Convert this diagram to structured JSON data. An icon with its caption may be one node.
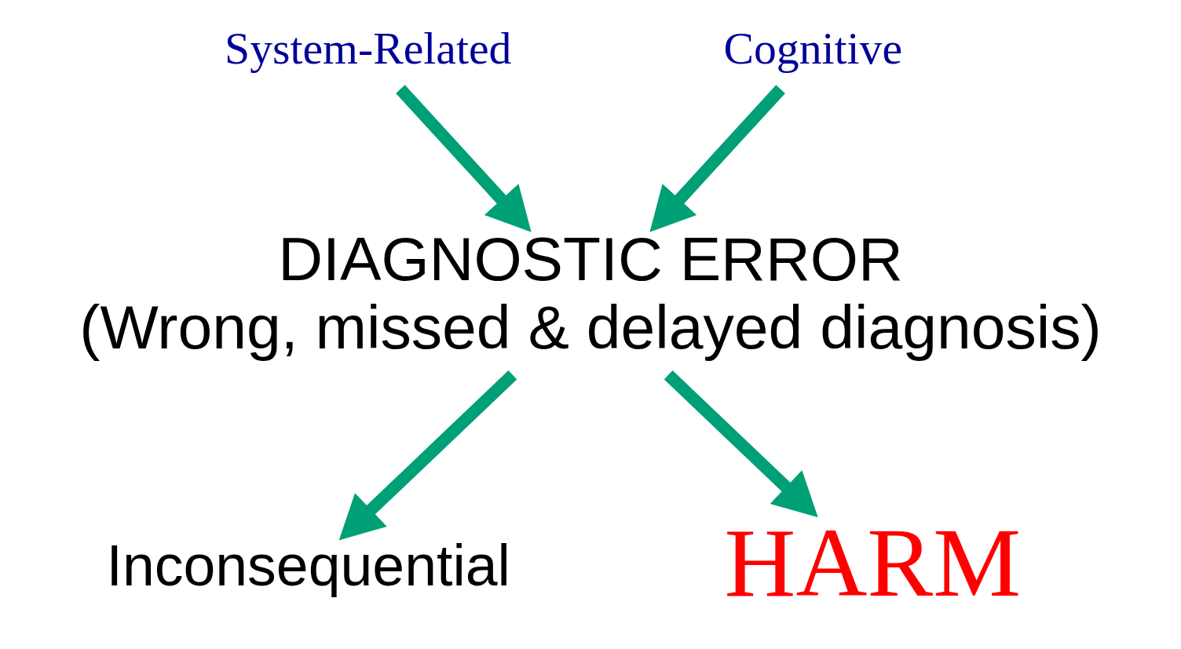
{
  "diagram": {
    "nodes": [
      {
        "text": [
          "System-Related"
        ]
      },
      {
        "text": [
          "Cognitive"
        ]
      },
      {
        "text": [
          "DIAGNOSTIC ERROR",
          "(Wrong, missed & delayed diagnosis)"
        ]
      },
      {
        "text": [
          "Inconsequential"
        ]
      },
      {
        "text": [
          "HARM"
        ]
      }
    ],
    "edges": [
      {
        "from": 0,
        "to": 2,
        "arrow": "to"
      },
      {
        "from": 1,
        "to": 2,
        "arrow": "to"
      },
      {
        "from": 2,
        "to": 3,
        "arrow": "to"
      },
      {
        "from": 2,
        "to": 4,
        "arrow": "to"
      }
    ]
  }
}
